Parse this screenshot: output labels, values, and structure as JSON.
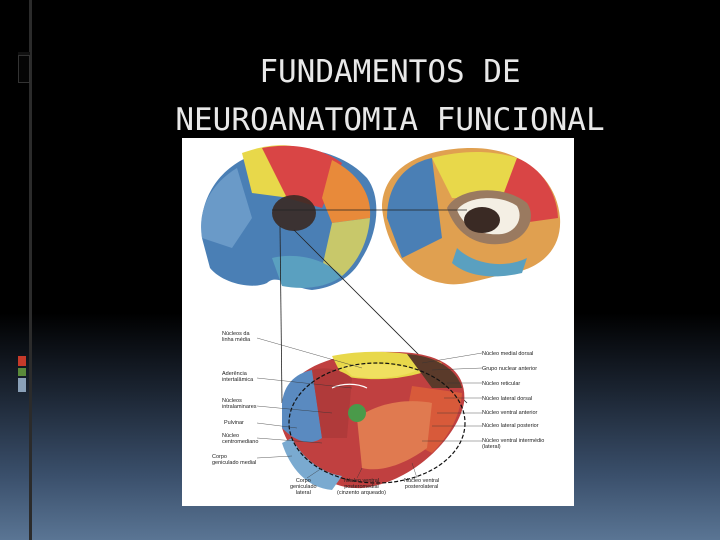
{
  "slide": {
    "title_line1": "FUNDAMENTOS DE",
    "title_line2": "NEUROANATOMIA FUNCIONAL"
  },
  "figure": {
    "labels_left": [
      "Núcleos da\nlinha média",
      "Aderência\nintertalâmica",
      "Núcleos\nintralaminares",
      "Pulvinar",
      "Núcleo\ncentromediano",
      "Corpo\ngeniculado medial"
    ],
    "labels_right": [
      "Núcleo medial dorsal",
      "Grupo nuclear anterior",
      "Núcleo reticular",
      "Núcleo lateral dorsal",
      "Núcleo ventral anterior",
      "Núcleo lateral posterior",
      "Núcleo ventral intermédio\n(lateral)"
    ],
    "labels_bottom": [
      "Corpo\ngeniculado\nlateral",
      "Núcleo ventral\nposteromedial\n(cinzento arqueado)",
      "Núcleo ventral\nposterolateral"
    ]
  }
}
